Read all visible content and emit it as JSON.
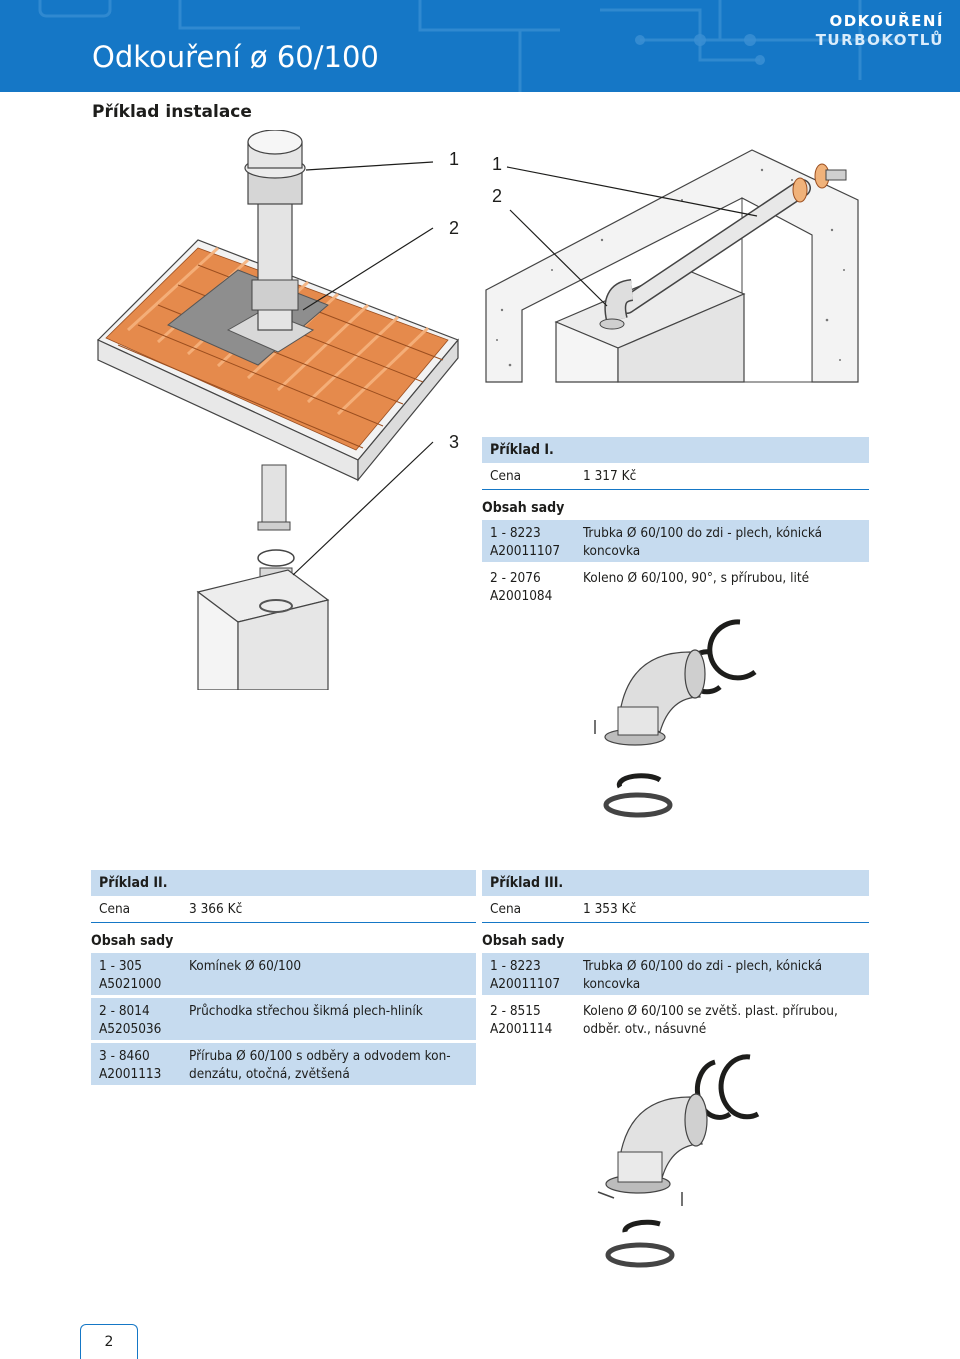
{
  "header": {
    "title": "Odkouření ø 60/100",
    "brand_line1": "ODKOUŘENÍ",
    "brand_line2": "TURBOKOTLŮ"
  },
  "subtitle": "Příklad instalace",
  "callouts": {
    "roof_1": "1",
    "roof_2": "2",
    "roof_3": "3",
    "wall_1": "1",
    "wall_2": "2"
  },
  "example1": {
    "heading": "Příklad I.",
    "price_label": "Cena",
    "price_value": "1 317 Kč",
    "set_label": "Obsah sady",
    "items": [
      {
        "code_line1": "1 - 8223",
        "code_line2": "A20011107",
        "desc_line1": "Trubka Ø 60/100 do zdi - plech, kónická",
        "desc_line2": "koncovka"
      },
      {
        "code_line1": "2 - 2076",
        "code_line2": "A2001084",
        "desc_line1": "Koleno Ø 60/100, 90°, s přírubou, lité",
        "desc_line2": ""
      }
    ]
  },
  "example2": {
    "heading": "Příklad II.",
    "price_label": "Cena",
    "price_value": "3 366 Kč",
    "set_label": "Obsah sady",
    "items": [
      {
        "code_line1": "1 - 305",
        "code_line2": "A5021000",
        "desc_line1": "Komínek Ø 60/100",
        "desc_line2": ""
      },
      {
        "code_line1": "2 - 8014",
        "code_line2": "A5205036",
        "desc_line1": "Průchodka střechou šikmá plech-hliník",
        "desc_line2": ""
      },
      {
        "code_line1": "3 - 8460",
        "code_line2": "A2001113",
        "desc_line1": "Příruba Ø 60/100 s odběry a odvodem kon-",
        "desc_line2": "denzátu, otočná, zvětšená"
      }
    ]
  },
  "example3": {
    "heading": "Příklad III.",
    "price_label": "Cena",
    "price_value": "1 353 Kč",
    "set_label": "Obsah sady",
    "items": [
      {
        "code_line1": "1 - 8223",
        "code_line2": "A20011107",
        "desc_line1": "Trubka Ø 60/100 do zdi - plech, kónická",
        "desc_line2": "koncovka"
      },
      {
        "code_line1": "2 - 8515",
        "code_line2": "A2001114",
        "desc_line1": "Koleno Ø 60/100 se zvětš. plast. přírubou,",
        "desc_line2": "odběr. otv., násuvné"
      }
    ]
  },
  "page_number": "2",
  "colors": {
    "brand_blue": "#1577c6",
    "row_blue": "#c6dbef",
    "tile_orange": "#e58a4c"
  }
}
